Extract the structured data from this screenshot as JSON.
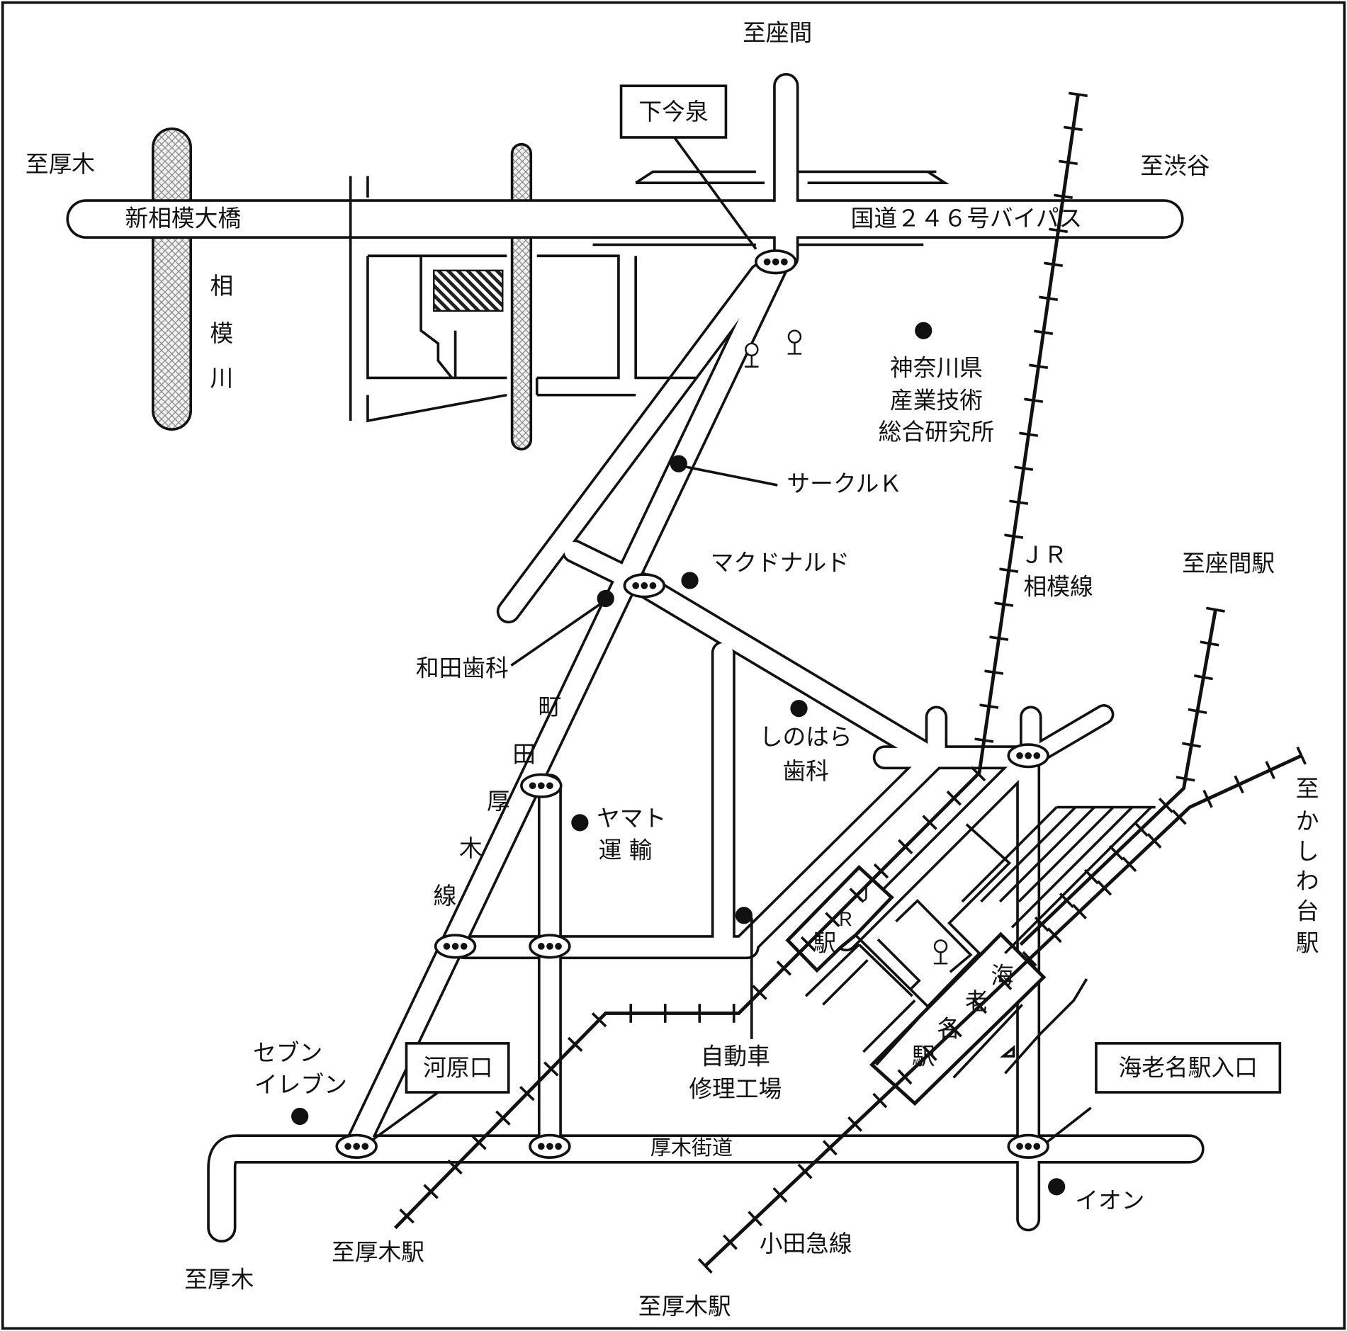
{
  "labels": {
    "to_zama": "至座間",
    "to_atsugi_nw": "至厚木",
    "to_shibuya": "至渋谷",
    "shin_sagami_bridge": "新相模大橋",
    "route246": "国道２４６号バイパス",
    "sagami_river": [
      "相",
      "模",
      "川"
    ],
    "kanagawa_inst": [
      "神奈川県",
      "産業技術",
      "総合研究所"
    ],
    "circle_k": "サークルＫ",
    "mcdonalds": "マクドナルド",
    "jr_line": [
      "ＪＲ",
      "相模線"
    ],
    "to_zama_station": "至座間駅",
    "wada_dental": "和田歯科",
    "machida_atsugi_line": [
      "町",
      "田",
      "厚",
      "木",
      "線"
    ],
    "shinohara_dental": [
      "しのはら",
      "歯科"
    ],
    "yamato": [
      "ヤマト",
      "運 輸"
    ],
    "jr_station": [
      "Ｊ",
      "Ｒ",
      "駅"
    ],
    "ebina_station": [
      "海",
      "老",
      "名",
      "駅"
    ],
    "to_kashiwadai": [
      "至",
      "か",
      "し",
      "わ",
      "台",
      "駅"
    ],
    "auto_repair": [
      "自動車",
      "修理工場"
    ],
    "seven_eleven": [
      "セブン",
      "イレブン"
    ],
    "kawaraguchi": "河原口",
    "ebina_entrance": "海老名駅入口",
    "atsugi_kaido": "厚木街道",
    "aeon": "イオン",
    "to_atsugi_station_w": "至厚木駅",
    "odakyu_line": "小田急線",
    "to_atsugi_sw": "至厚木",
    "to_atsugi_station_s": "至厚木駅",
    "shimoimaizumi": "下今泉"
  },
  "colors": {
    "ink": "#111111",
    "paper": "#ffffff"
  }
}
